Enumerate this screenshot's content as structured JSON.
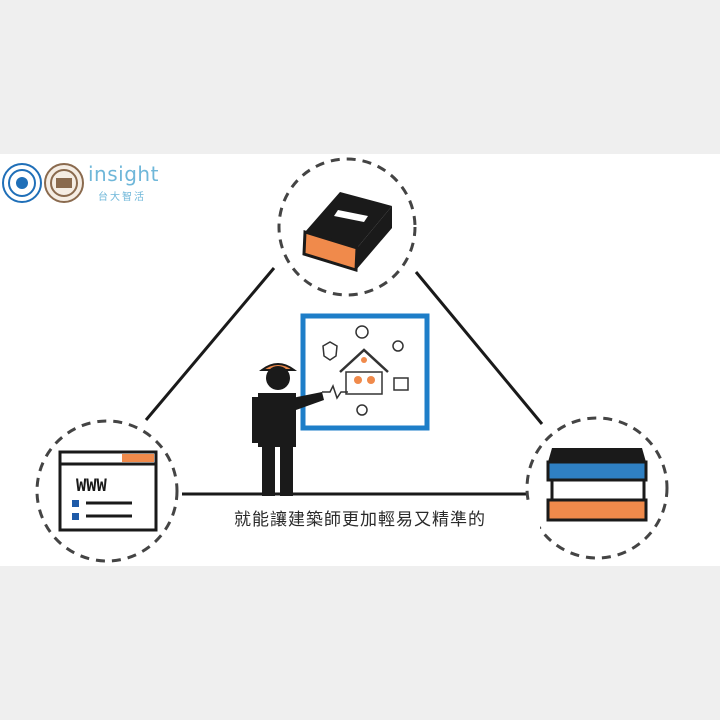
{
  "branding": {
    "logo_text": "insight",
    "logo_subtext": "台大智活"
  },
  "caption": "就能讓建築師更加輕易又精準的",
  "nodes": [
    {
      "name": "single-book",
      "icon": "book-icon"
    },
    {
      "name": "website",
      "icon": "www-browser-icon",
      "label": "WWW"
    },
    {
      "name": "book-stack",
      "icon": "book-stack-icon"
    }
  ],
  "center_panel": {
    "icon": "smart-home-elderly-care-icon"
  },
  "figure": {
    "icon": "architect-presenting-icon"
  },
  "colors": {
    "accent_orange": "#f08a4b",
    "panel_blue": "#1e7ec8",
    "book_blue": "#2f80c3",
    "ink": "#1a1a1a"
  }
}
